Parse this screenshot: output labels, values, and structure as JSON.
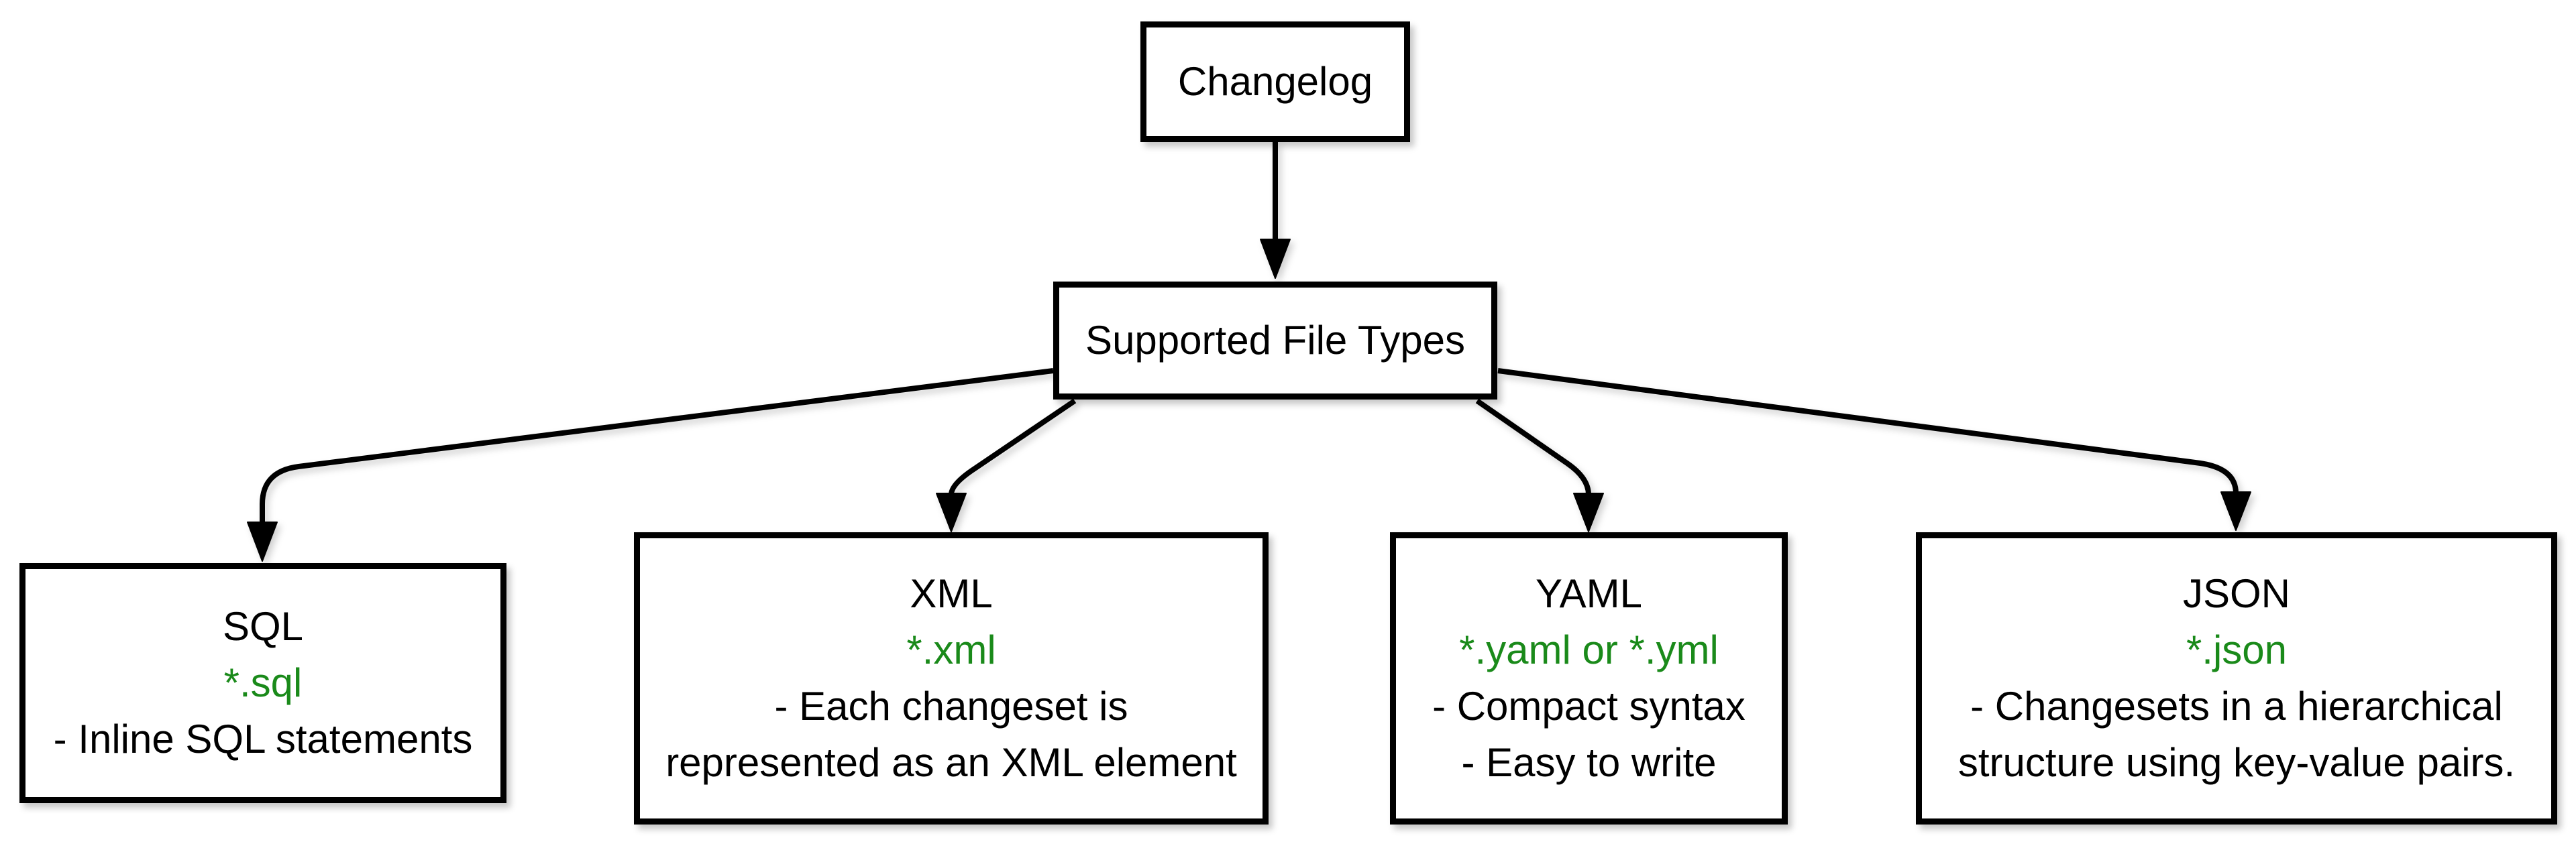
{
  "diagram": {
    "root": {
      "label": "Changelog"
    },
    "hub": {
      "label": "Supported File Types"
    },
    "types": [
      {
        "title": "SQL",
        "extension": "*.sql",
        "desc": [
          "- Inline SQL statements"
        ]
      },
      {
        "title": "XML",
        "extension": "*.xml",
        "desc": [
          "- Each changeset is",
          "represented as an XML element"
        ]
      },
      {
        "title": "YAML",
        "extension": "*.yaml or *.yml",
        "desc": [
          "- Compact syntax",
          "- Easy to write"
        ]
      },
      {
        "title": "JSON",
        "extension": "*.json",
        "desc": [
          "- Changesets in a hierarchical",
          "structure using key-value pairs."
        ]
      }
    ],
    "edges": [
      {
        "from": "Changelog",
        "to": "Supported File Types"
      },
      {
        "from": "Supported File Types",
        "to": "SQL"
      },
      {
        "from": "Supported File Types",
        "to": "XML"
      },
      {
        "from": "Supported File Types",
        "to": "YAML"
      },
      {
        "from": "Supported File Types",
        "to": "JSON"
      }
    ],
    "colors": {
      "extension_green": "#1a8a1a",
      "stroke": "#000000",
      "box_fill": "#ffffff"
    }
  }
}
